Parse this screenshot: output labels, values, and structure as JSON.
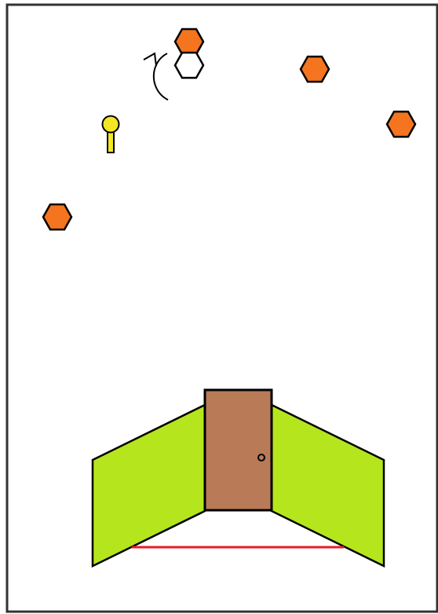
{
  "colors": {
    "background": "#ffffff",
    "frame": "#333333",
    "outline": "#000000",
    "coin_fill": "#f5741f",
    "ghost_coin_fill": "#ffffff",
    "key_fill": "#f2e626",
    "wall_fill": "#b5e51d",
    "door_fill": "#b97a57",
    "threshold_line": "#ed1c24"
  },
  "icons": {
    "coin": "orange-hexagon",
    "ghost_coin": "white-hexagon",
    "rotate_hint": "curved-arrow",
    "key": "yellow-key",
    "exit": "door"
  }
}
